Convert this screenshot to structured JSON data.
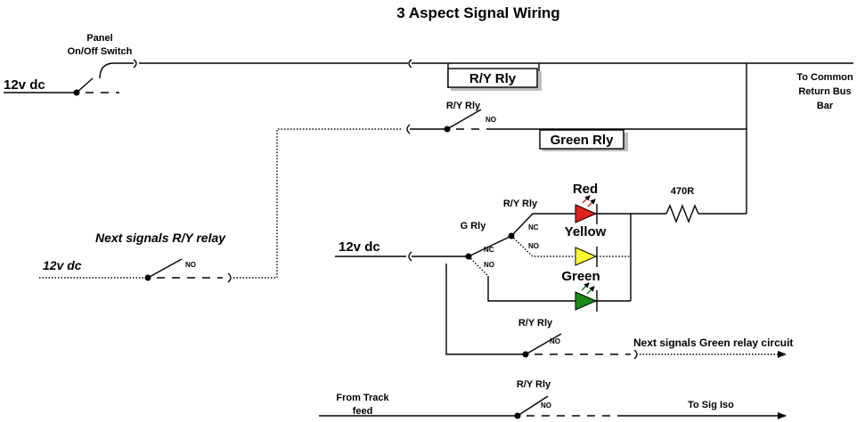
{
  "title": "3 Aspect Signal Wiring",
  "panel_switch": {
    "line1": "Panel",
    "line2": "On/Off Switch"
  },
  "supply_label": "12v dc",
  "supply_label_2": "12v dc",
  "supply_label_3": "12v dc",
  "common_return": {
    "line1": "To Common",
    "line2": "Return Bus",
    "line3": "Bar"
  },
  "relays": {
    "ry_box": "R/Y Rly",
    "green_box": "Green Rly",
    "ry_contact_1": "R/Y Rly",
    "ry_contact_2": "R/Y Rly",
    "g_contact": "G Rly",
    "ry_contact_3": "R/Y Rly",
    "ry_contact_4": "R/Y Rly"
  },
  "contacts": {
    "no": "NO",
    "nc": "NC"
  },
  "aspects": [
    {
      "label": "Red",
      "color": "#e02020"
    },
    {
      "label": "Yellow",
      "color": "#ffff33"
    },
    {
      "label": "Green",
      "color": "#1a8a1a"
    }
  ],
  "resistor": "470R",
  "next_signals_relay": "Next signals R/Y relay",
  "next_green_circuit": "Next signals Green relay circuit",
  "track_feed": {
    "line1": "From Track",
    "line2": "feed"
  },
  "to_sig_iso": "To Sig Iso"
}
